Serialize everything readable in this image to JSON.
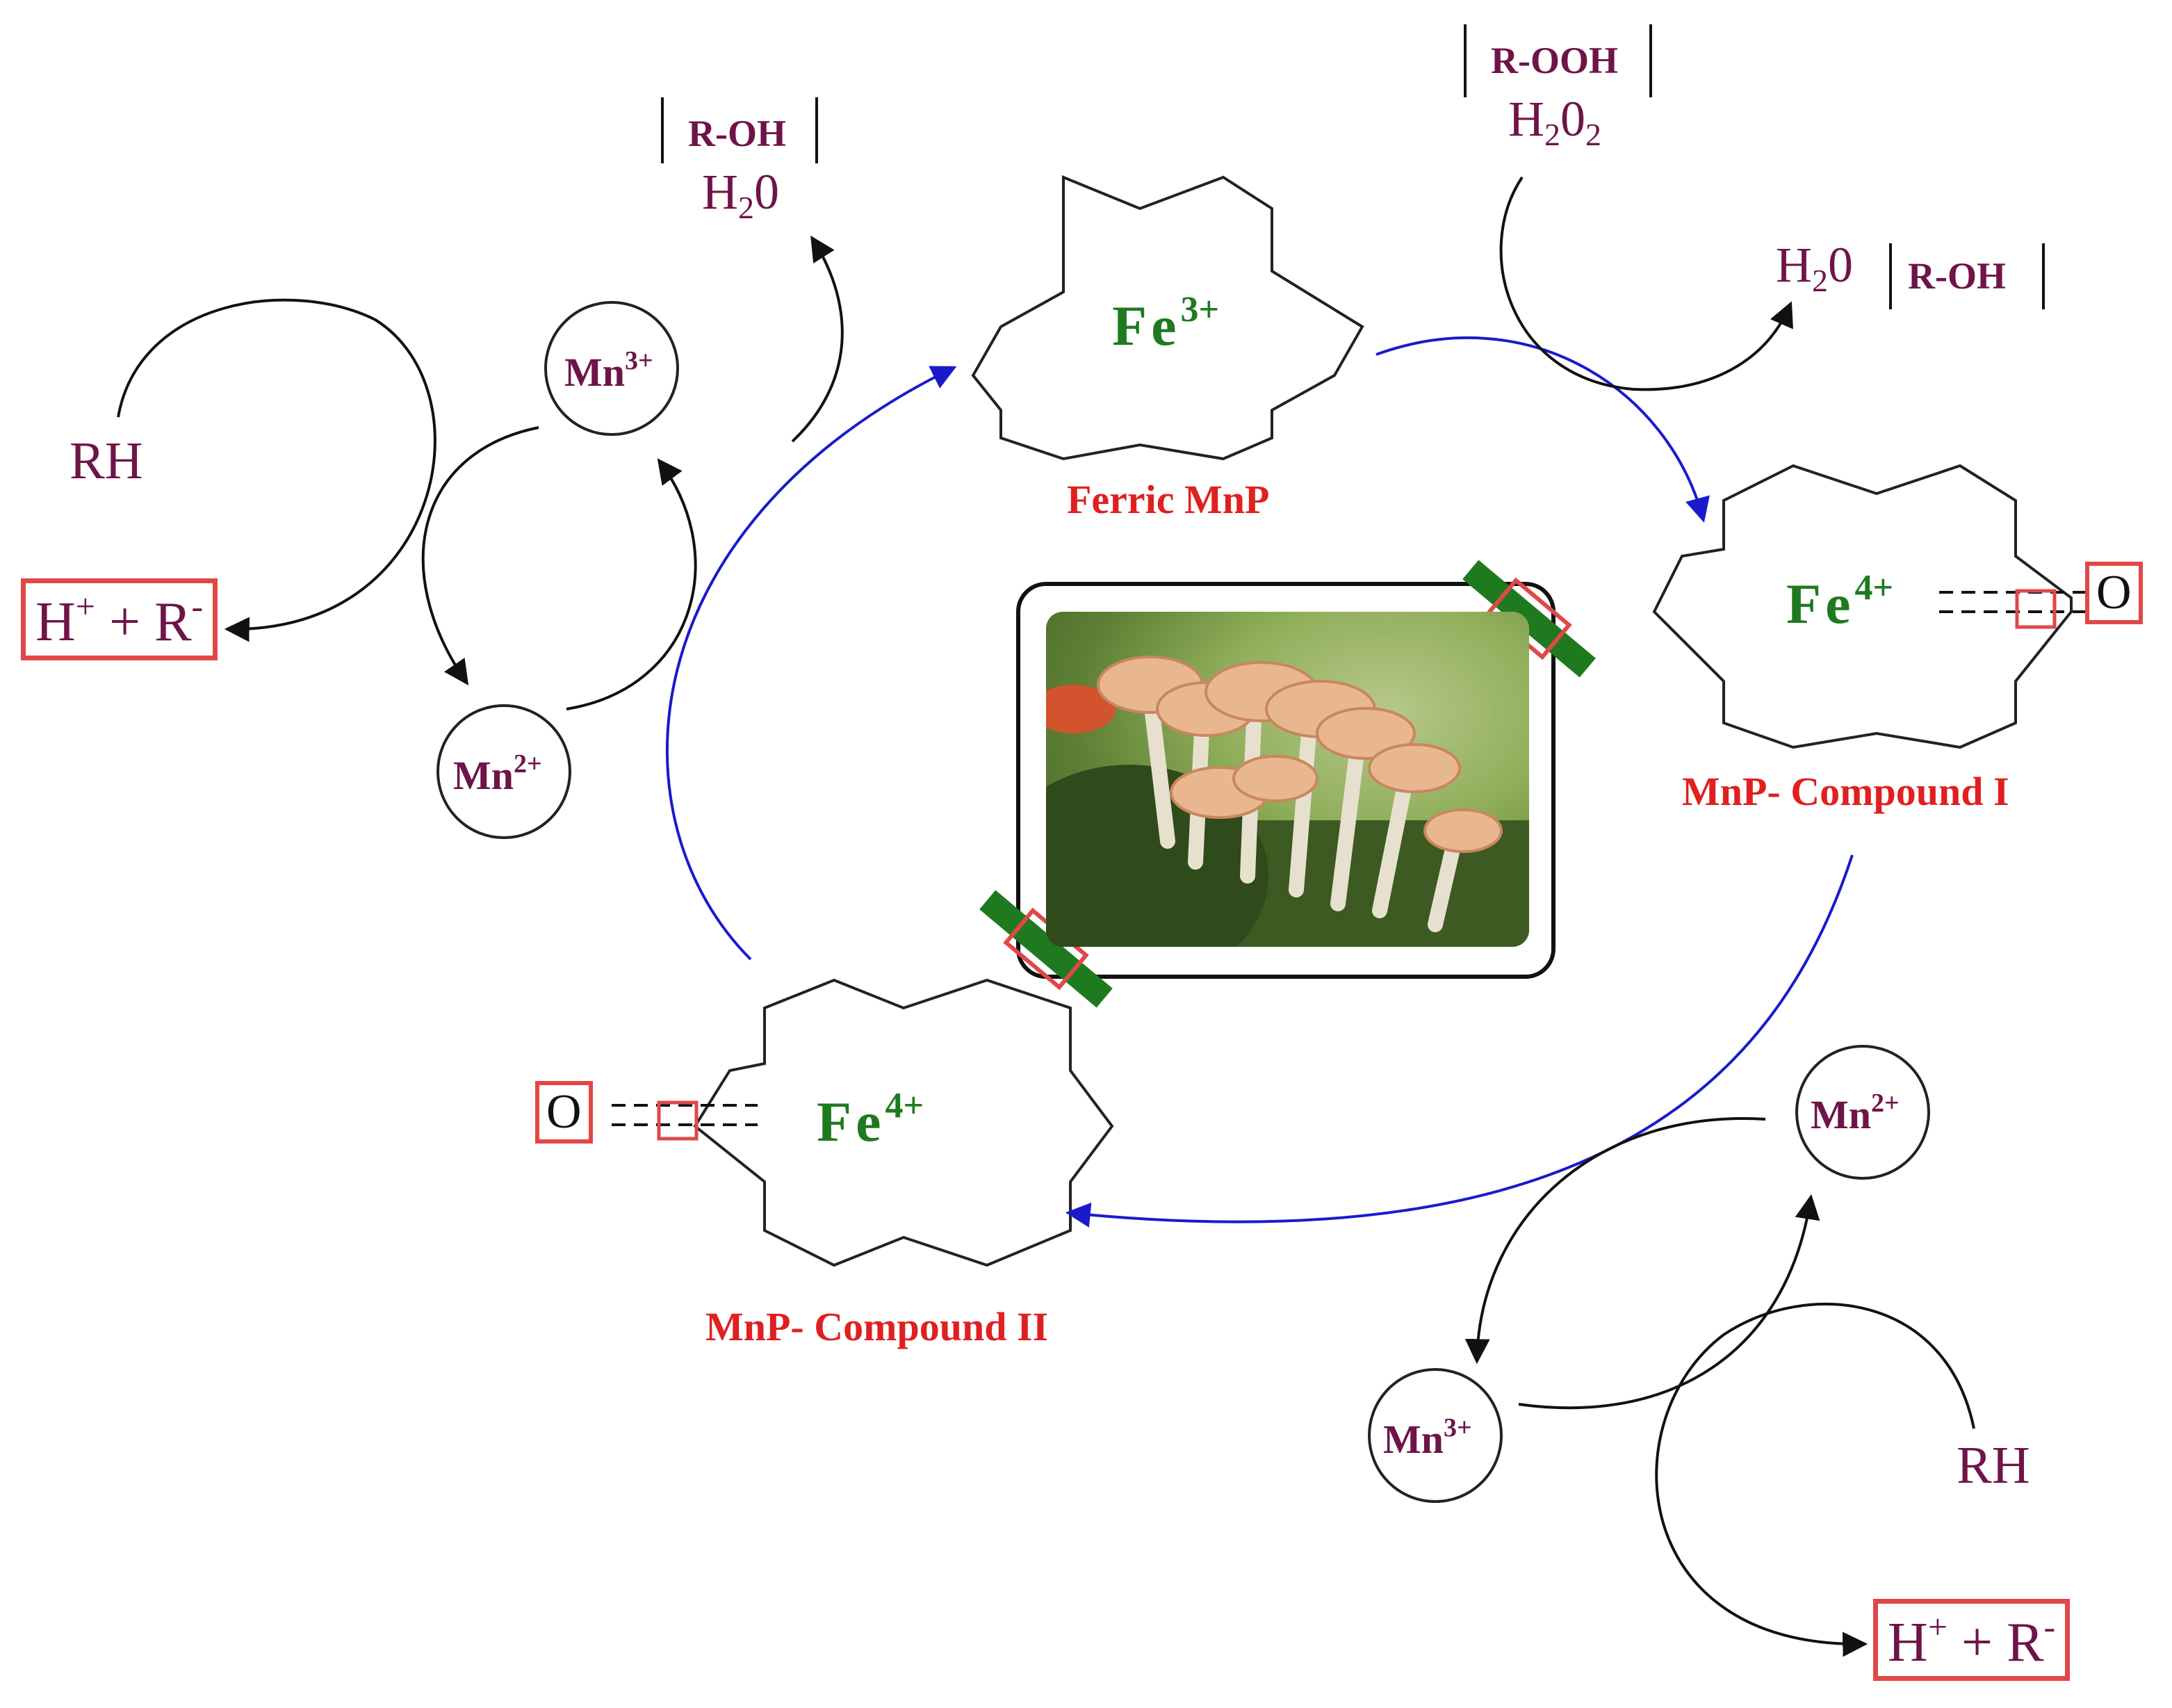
{
  "cycle": {
    "ferric": {
      "metal": "Fe",
      "charge": "3+",
      "label": "Ferric MnP"
    },
    "compound1": {
      "metal": "Fe",
      "charge": "4+",
      "label": "MnP- Compound I",
      "oxygen": "O"
    },
    "compound2": {
      "metal": "Fe",
      "charge": "4+",
      "label": "MnP- Compound II",
      "oxygen": "O"
    }
  },
  "inputs": {
    "substrate_top": {
      "alt": "R-OOH",
      "main_base": "H",
      "main_sub": "2",
      "main_mid": "0",
      "main_sub2": "2"
    },
    "output_top_right": {
      "main_base": "H",
      "main_sub": "2",
      "main_mid": "0",
      "alt": "R-OH"
    },
    "output_top_left": {
      "alt": "R-OH",
      "main_base": "H",
      "main_sub": "2",
      "main_mid": "0"
    }
  },
  "left_side": {
    "mn3": {
      "sym": "Mn",
      "charge": "3+"
    },
    "mn2": {
      "sym": "Mn",
      "charge": "2+"
    },
    "rh": "RH",
    "product": {
      "h": "H",
      "hsup": "+",
      "mid": " + R",
      "rsup": "-"
    }
  },
  "right_side": {
    "mn2": {
      "sym": "Mn",
      "charge": "2+"
    },
    "mn3": {
      "sym": "Mn",
      "charge": "3+"
    },
    "rh": "RH",
    "product": {
      "h": "H",
      "hsup": "+",
      "mid": " + R",
      "rsup": "-"
    }
  },
  "colors": {
    "iron": "#1f7a1f",
    "label_red": "#e02020",
    "manganese": "#6e1448",
    "cycle_arrow": "#1a1acc",
    "box_red": "#e04848"
  }
}
